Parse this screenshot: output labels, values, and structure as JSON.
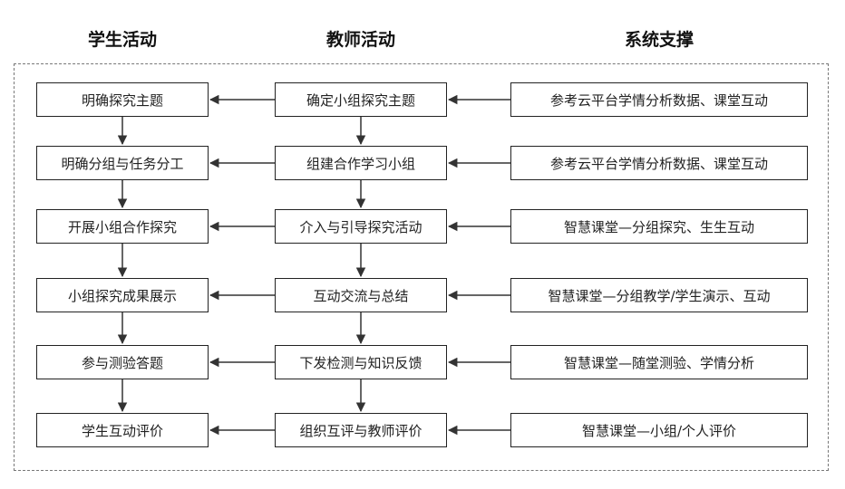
{
  "headers": {
    "student": "学生活动",
    "teacher": "教师活动",
    "system": "系统支撑"
  },
  "student": [
    "明确探究主题",
    "明确分组与任务分工",
    "开展小组合作探究",
    "小组探究成果展示",
    "参与测验答题",
    "学生互动评价"
  ],
  "teacher": [
    "确定小组探究主题",
    "组建合作学习小组",
    "介入与引导探究活动",
    "互动交流与总结",
    "下发检测与知识反馈",
    "组织互评与教师评价"
  ],
  "system": [
    "参考云平台学情分析数据、课堂互动",
    "参考云平台学情分析数据、课堂互动",
    "智慧课堂—分组探究、生生互动",
    "智慧课堂—分组教学/学生演示、互动",
    "智慧课堂—随堂测验、学情分析",
    "智慧课堂—小组/个人评价"
  ],
  "colors": {
    "line": "#333333",
    "frame": "#777777"
  }
}
